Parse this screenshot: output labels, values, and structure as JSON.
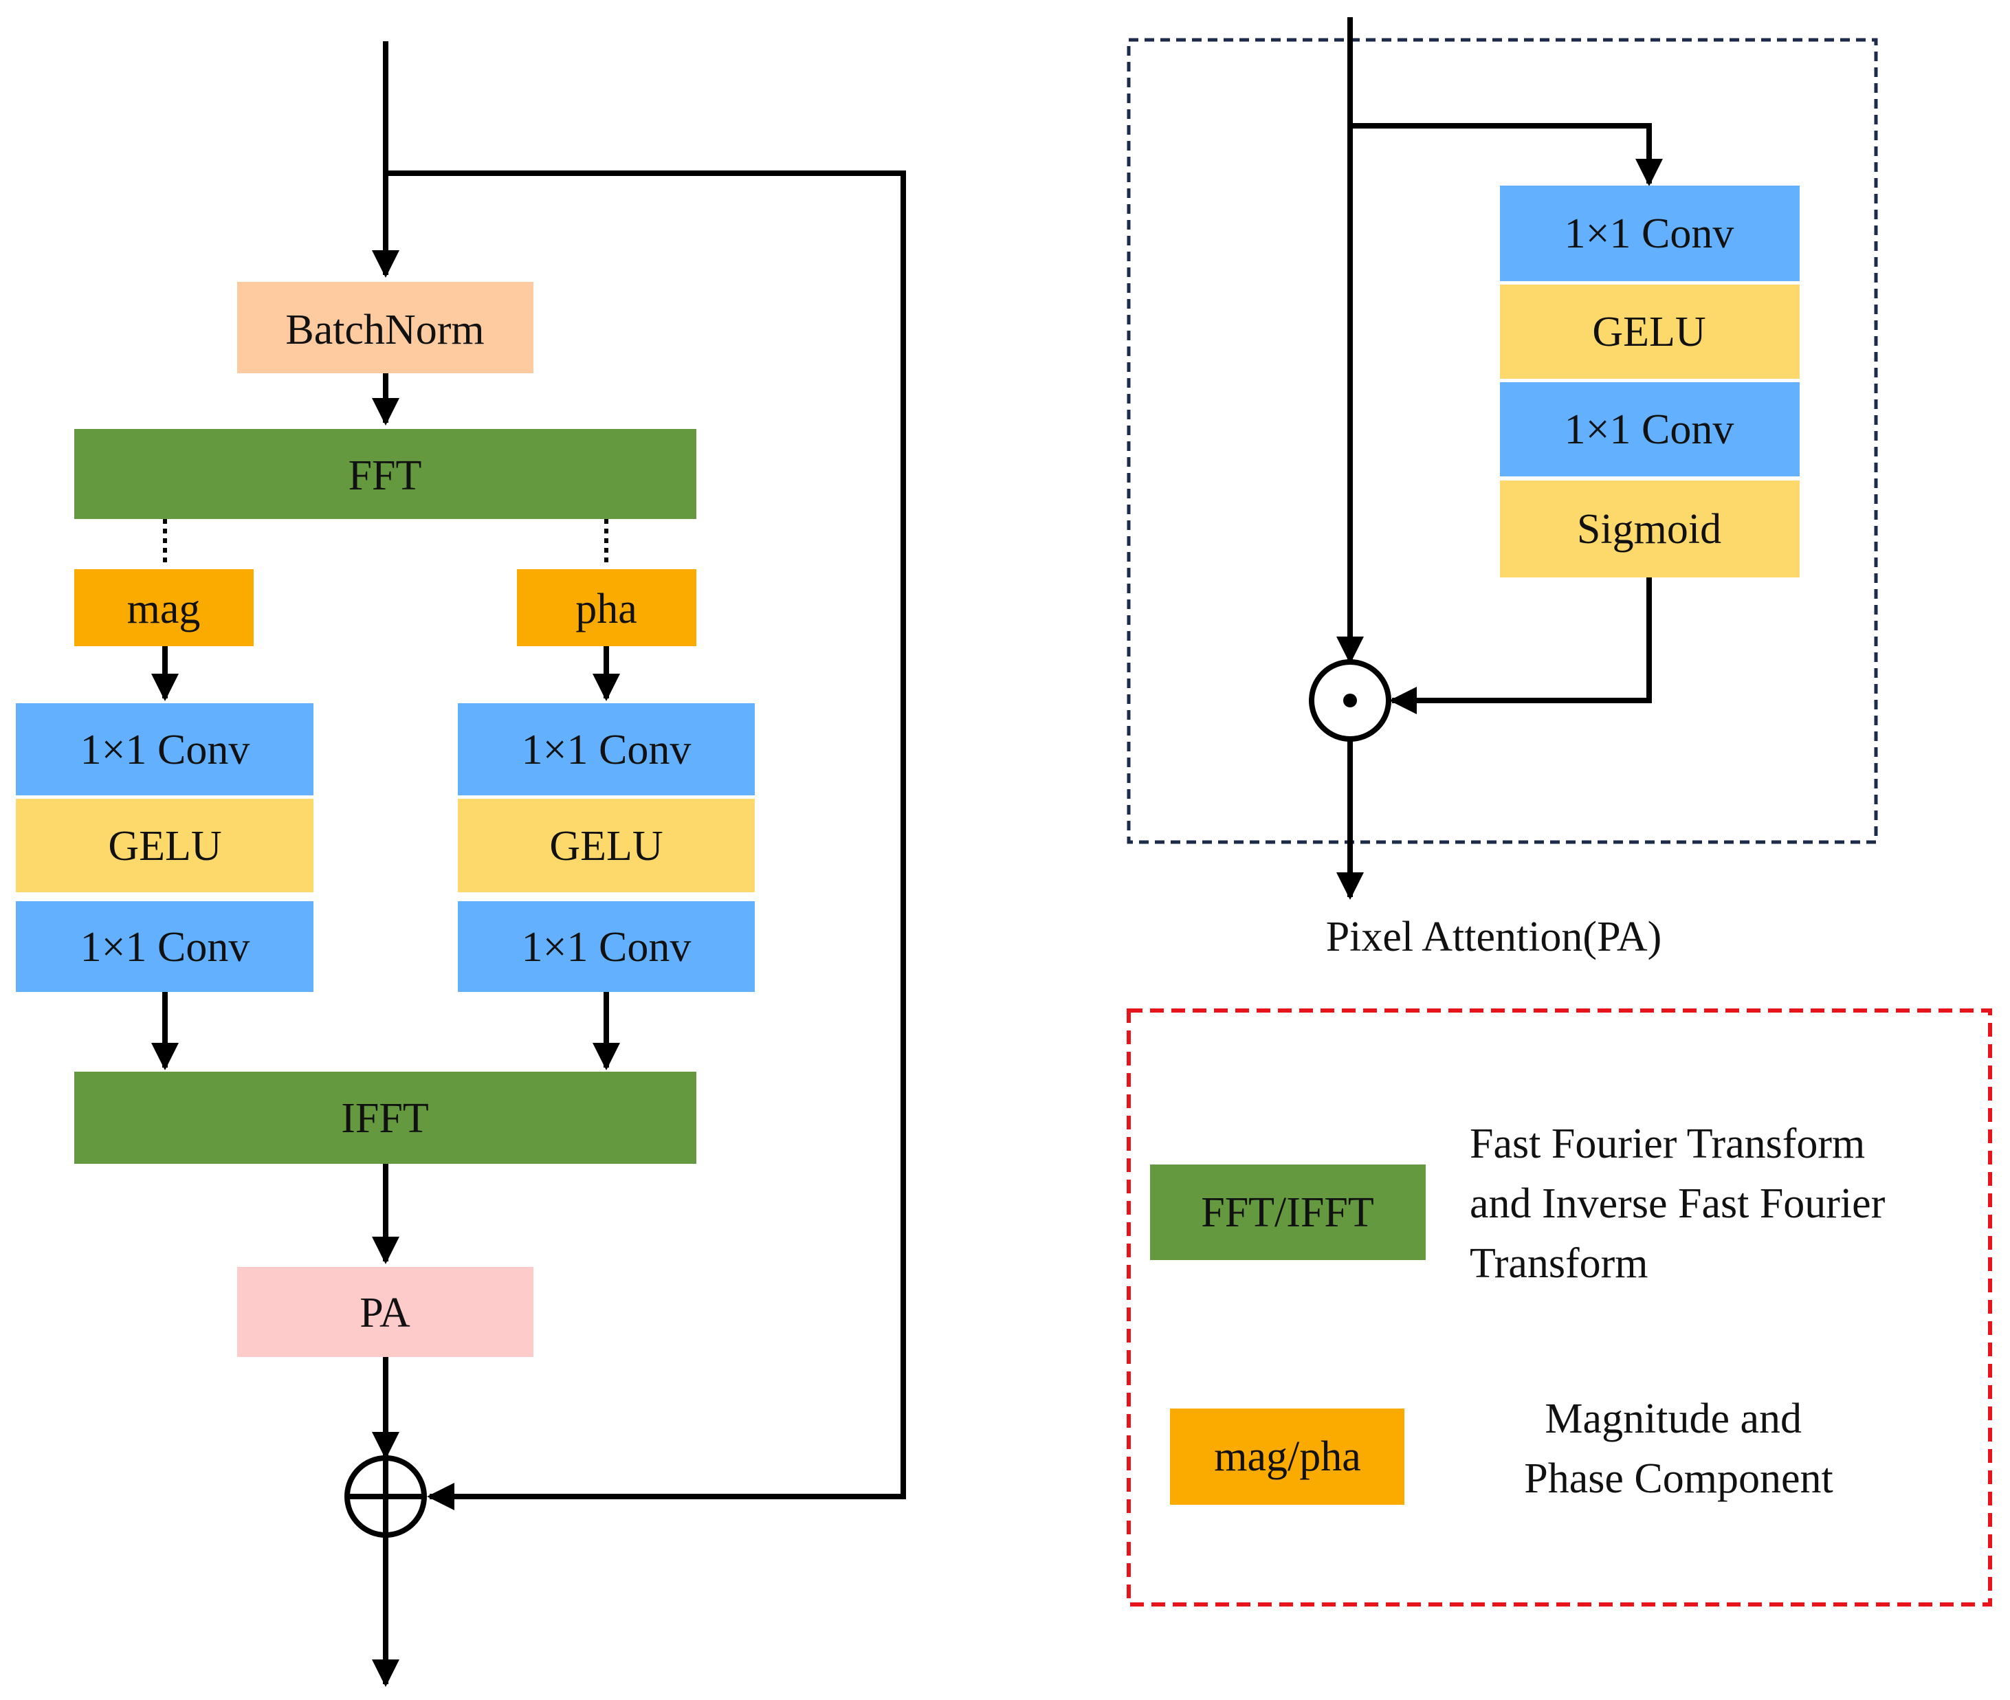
{
  "colors": {
    "green": "#65993f",
    "blue": "#62b0fe",
    "yellow": "#fdd96c",
    "orange": "#fbab00",
    "peach": "#fecba1",
    "pink": "#fecbcb",
    "line": "#000000",
    "pa_border": "#1c2b4a",
    "legend_border": "#e8141b"
  },
  "main": {
    "batchnorm": "BatchNorm",
    "fft": "FFT",
    "mag": "mag",
    "pha": "pha",
    "mag_branch": {
      "conv1": "1×1 Conv",
      "gelu": "GELU",
      "conv2": "1×1 Conv"
    },
    "pha_branch": {
      "conv1": "1×1 Conv",
      "gelu": "GELU",
      "conv2": "1×1 Conv"
    },
    "ifft": "IFFT",
    "pa": "PA"
  },
  "pa_module": {
    "conv1": "1×1 Conv",
    "gelu": "GELU",
    "conv2": "1×1 Conv",
    "sigmoid": "Sigmoid",
    "caption": "Pixel Attention(PA)"
  },
  "legend": {
    "fft_swatch": "FFT/IFFT",
    "fft_desc": [
      "Fast Fourier Transform",
      "and Inverse Fast Fourier",
      "Transform"
    ],
    "mag_swatch": "mag/pha",
    "mag_desc": [
      "Magnitude and",
      "Phase Component"
    ]
  }
}
